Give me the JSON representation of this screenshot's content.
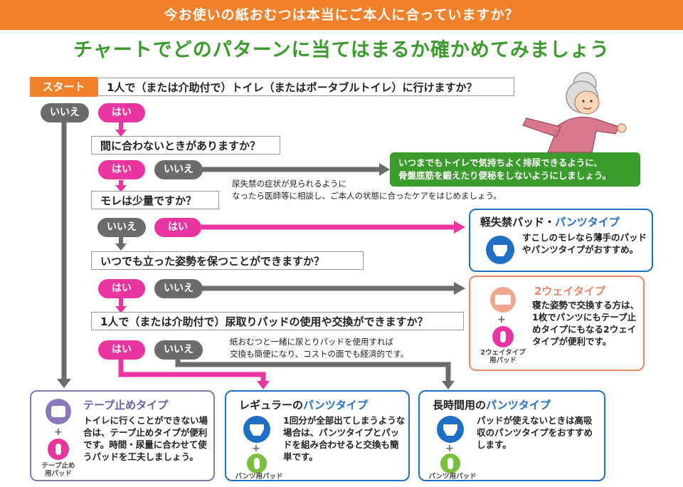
{
  "header": {
    "banner": "今お使いの紙おむつは本当にご本人に合っていますか？",
    "subtitle": "チャートでどのパターンに当てはまるか確かめてみましょう"
  },
  "start_label": "スタート",
  "questions": {
    "q1": "1人で（または介助付で）トイレ（またはポータブルトイレ）に行けますか？",
    "q2": "間に合わないときがありますか？",
    "q3": "モレは少量ですか？",
    "q4": "いつでも立った姿勢を保つことができますか？",
    "q5": "1人で（または介助付で）尿取りパッドの使用や交換ができますか？"
  },
  "answers": {
    "yes": "はい",
    "no": "いいえ"
  },
  "notes": {
    "green_line1": "いつまでもトイレで気持ちよく排尿できるように、",
    "green_line2": "骨盤底筋を鍛えたり便秘をしないようにしましょう。",
    "consult_line1": "尿失禁の症状が見られるように",
    "consult_line2": "なったら医師等に相談し、ご本人の状態に合ったケアをはじめましょう。",
    "pad_line1": "紙おむつと一緒に尿とりパッドを使用すれば",
    "pad_line2": "交換も簡便になり、コストの面でも経済的です。"
  },
  "results": {
    "light": {
      "title_a": "軽失禁パッド・",
      "title_b": "パンツタイプ",
      "text": "すこしのモレなら薄手のパッドやパンツタイプがおすすめ。"
    },
    "twoway": {
      "title": "2ウェイタイプ",
      "text": "寝た姿勢で交換する方は、1枚でパンツにもテープ止めタイプにもなる2ウェイタイプが便利です。",
      "pad_label_1": "2ウェイタイプ",
      "pad_label_2": "用パッド"
    },
    "tape": {
      "title": "テープ止めタイプ",
      "text": "トイレに行くことができない場合は、テープ止めタイプが便利です。時間・尿量に合わせて使うパッドを工夫しましょう。",
      "pad_label_1": "テープ止め",
      "pad_label_2": "用パッド"
    },
    "regular": {
      "title_a": "レギュラーの",
      "title_b": "パンツタイプ",
      "text": "1回分が全部出てしまうような場合は、パンツタイプとパッドを組み合わせると交換も簡単です。",
      "pad_label": "パンツ用パッド"
    },
    "long": {
      "title_a": "長時間用の",
      "title_b": "パンツタイプ",
      "text": "パッドが使えないときは高吸収のパンツタイプをおすすめします。",
      "pad_label": "パンツ用パッド"
    }
  },
  "colors": {
    "orange": "#f0812a",
    "green": "#3b9b2c",
    "pink": "#e8359f",
    "gray": "#6b6b6b",
    "blue": "#1f6fc4",
    "purple": "#8a76b8",
    "salmon": "#e9876b"
  }
}
